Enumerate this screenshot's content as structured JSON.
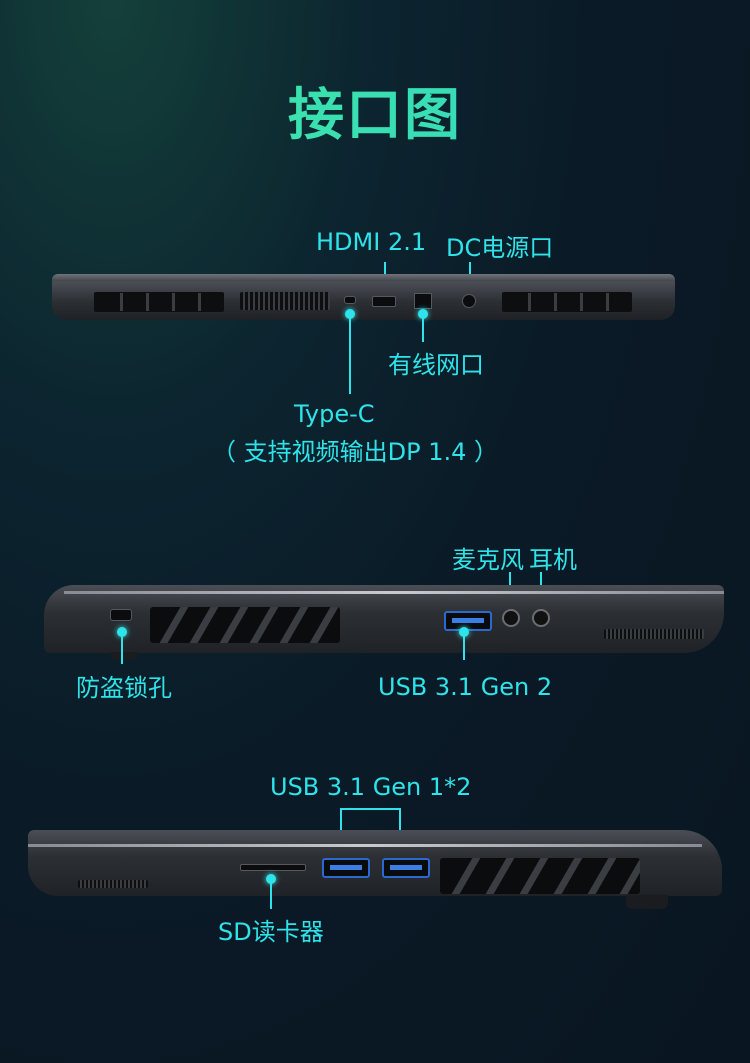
{
  "title": "接口图",
  "rear_labels": {
    "hdmi": "HDMI 2.1",
    "dc": "DC电源口",
    "lan": "有线网口",
    "typec": "Type-C",
    "typec_note": "（ 支持视频输出DP 1.4 ）"
  },
  "left_labels": {
    "mic": "麦克风",
    "headphone": "耳机",
    "lock": "防盗锁孔",
    "usb": "USB 3.1 Gen 2"
  },
  "right_labels": {
    "usb": "USB 3.1 Gen 1*2",
    "sd": "SD读卡器"
  },
  "colors": {
    "accent": "#2ee3ea",
    "title": "#43e8a0",
    "background": "#0a1a26"
  }
}
